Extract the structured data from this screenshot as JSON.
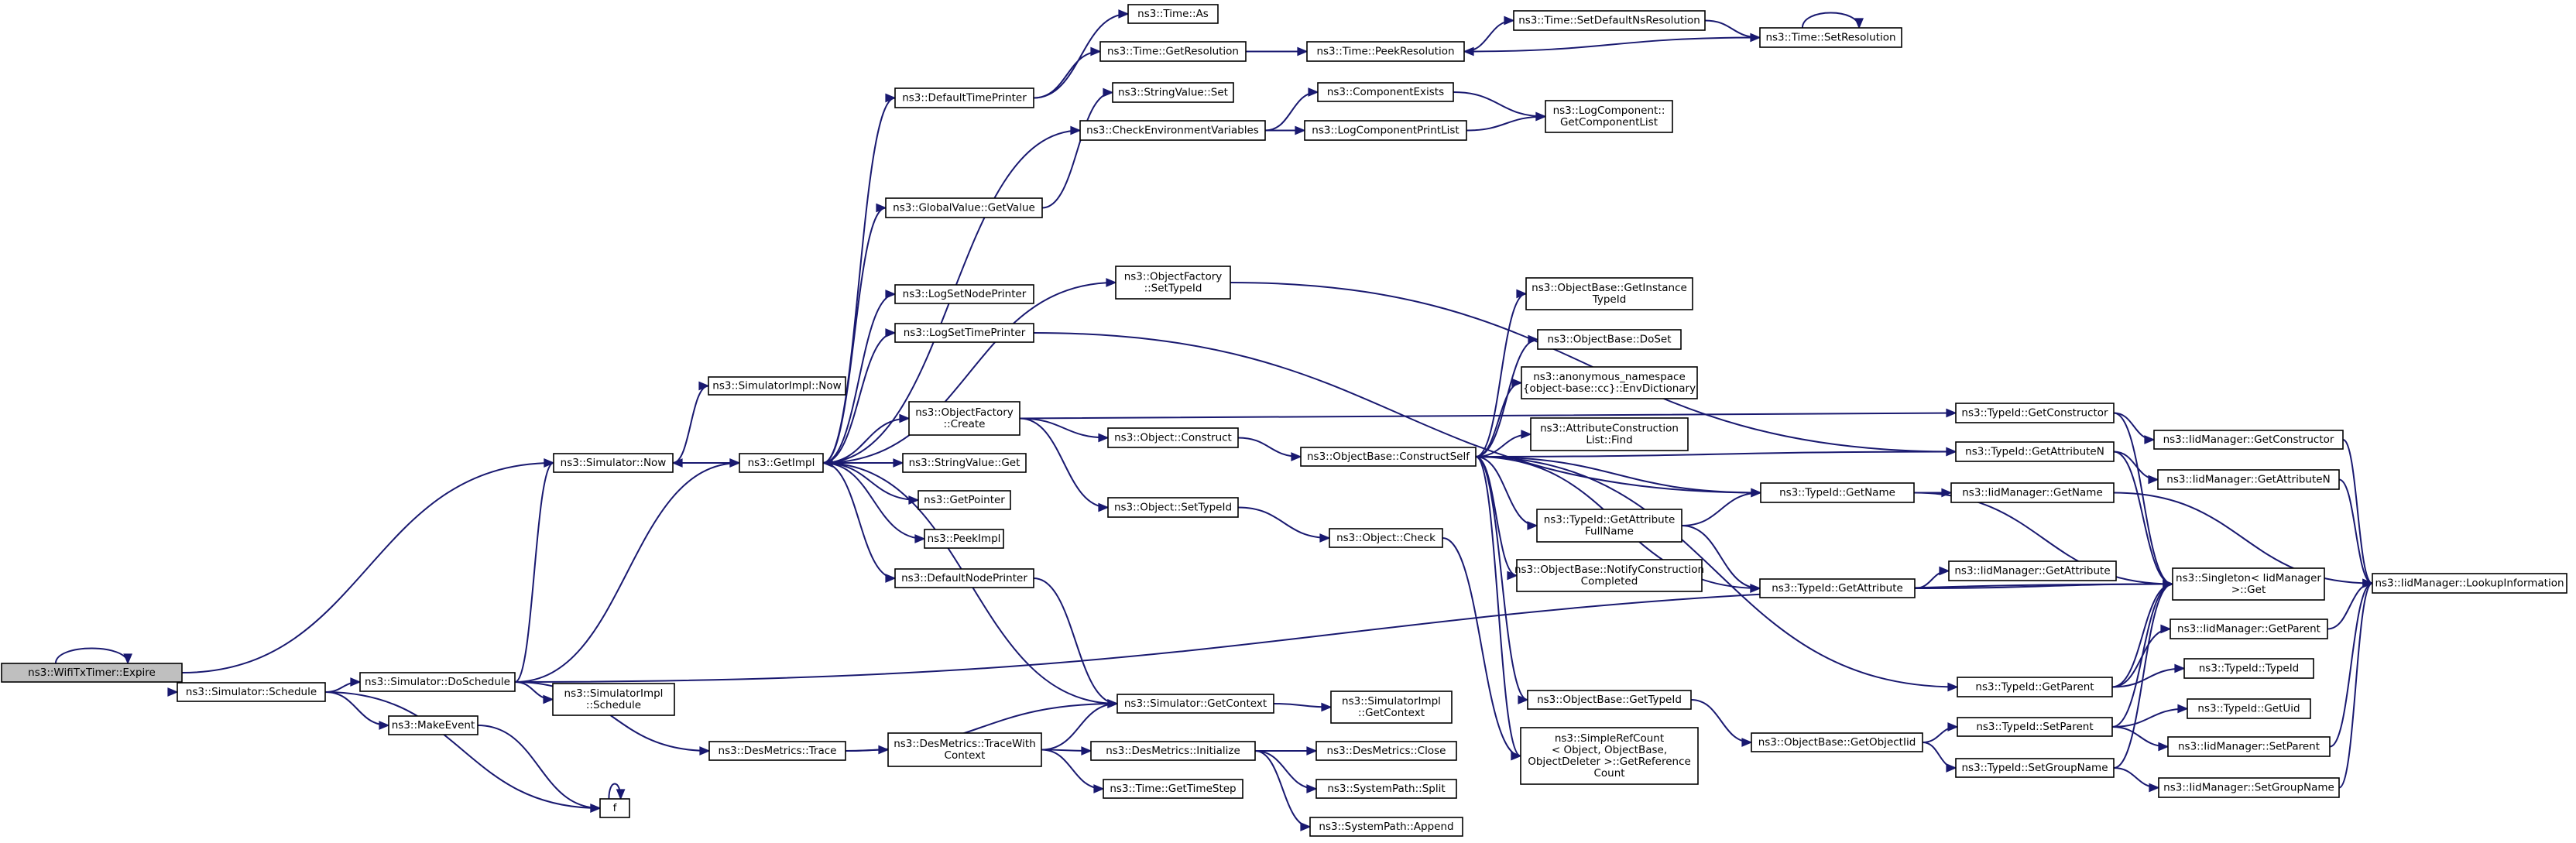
{
  "graph": {
    "title": "",
    "colors": {
      "edge": "#191970",
      "root_fill": "#bfbfbf",
      "node_fill": "#ffffff",
      "node_border": "#000000"
    },
    "nodes": [
      {
        "id": "expire",
        "lines": [
          "ns3::WifiTxTimer::Expire"
        ],
        "root": true
      },
      {
        "id": "sim_now",
        "lines": [
          "ns3::Simulator::Now"
        ]
      },
      {
        "id": "sim_schedule",
        "lines": [
          "ns3::Simulator::Schedule"
        ]
      },
      {
        "id": "simimpl_now",
        "lines": [
          "ns3::SimulatorImpl::Now"
        ]
      },
      {
        "id": "getimpl",
        "lines": [
          "ns3::GetImpl"
        ]
      },
      {
        "id": "doschedule",
        "lines": [
          "ns3::Simulator::DoSchedule"
        ]
      },
      {
        "id": "makeevent",
        "lines": [
          "ns3::MakeEvent"
        ]
      },
      {
        "id": "f",
        "lines": [
          "f"
        ]
      },
      {
        "id": "simimpl_schedule",
        "lines": [
          "ns3::SimulatorImpl",
          "::Schedule"
        ]
      },
      {
        "id": "desmetrics_trace",
        "lines": [
          "ns3::DesMetrics::Trace"
        ]
      },
      {
        "id": "defaulttimeprinter",
        "lines": [
          "ns3::DefaultTimePrinter"
        ]
      },
      {
        "id": "globalvalue_getvalue",
        "lines": [
          "ns3::GlobalValue::GetValue"
        ]
      },
      {
        "id": "logsetnodeprinter",
        "lines": [
          "ns3::LogSetNodePrinter"
        ]
      },
      {
        "id": "logsettimeprinter",
        "lines": [
          "ns3::LogSetTimePrinter"
        ]
      },
      {
        "id": "objectfactory_create",
        "lines": [
          "ns3::ObjectFactory",
          "::Create"
        ]
      },
      {
        "id": "stringvalue_get",
        "lines": [
          "ns3::StringValue::Get"
        ]
      },
      {
        "id": "getpointer",
        "lines": [
          "ns3::GetPointer"
        ]
      },
      {
        "id": "peekimpl",
        "lines": [
          "ns3::PeekImpl"
        ]
      },
      {
        "id": "defaultnodeprinter",
        "lines": [
          "ns3::DefaultNodePrinter"
        ]
      },
      {
        "id": "sim_getcontext",
        "lines": [
          "ns3::Simulator::GetContext"
        ]
      },
      {
        "id": "traceWithContext",
        "lines": [
          "ns3::DesMetrics::TraceWith",
          "Context"
        ]
      },
      {
        "id": "time_as",
        "lines": [
          "ns3::Time::As"
        ]
      },
      {
        "id": "time_getresolution",
        "lines": [
          "ns3::Time::GetResolution"
        ]
      },
      {
        "id": "stringvalue_set",
        "lines": [
          "ns3::StringValue::Set"
        ]
      },
      {
        "id": "checkenv",
        "lines": [
          "ns3::CheckEnvironmentVariables"
        ]
      },
      {
        "id": "objectfactory_settypeid",
        "lines": [
          "ns3::ObjectFactory",
          "::SetTypeId"
        ]
      },
      {
        "id": "object_construct",
        "lines": [
          "ns3::Object::Construct"
        ]
      },
      {
        "id": "object_settypeid",
        "lines": [
          "ns3::Object::SetTypeId"
        ]
      },
      {
        "id": "simimpl_getcontext",
        "lines": [
          "ns3::SimulatorImpl",
          "::GetContext"
        ]
      },
      {
        "id": "desmetrics_initialize",
        "lines": [
          "ns3::DesMetrics::Initialize"
        ]
      },
      {
        "id": "time_gettimestep",
        "lines": [
          "ns3::Time::GetTimeStep"
        ]
      },
      {
        "id": "time_peekresolution",
        "lines": [
          "ns3::Time::PeekResolution"
        ]
      },
      {
        "id": "componentexists",
        "lines": [
          "ns3::ComponentExists"
        ]
      },
      {
        "id": "logcomponentprintlist",
        "lines": [
          "ns3::LogComponentPrintList"
        ]
      },
      {
        "id": "objectbase_constructself",
        "lines": [
          "ns3::ObjectBase::ConstructSelf"
        ]
      },
      {
        "id": "object_check",
        "lines": [
          "ns3::Object::Check"
        ]
      },
      {
        "id": "desmetrics_close",
        "lines": [
          "ns3::DesMetrics::Close"
        ]
      },
      {
        "id": "systempath_split",
        "lines": [
          "ns3::SystemPath::Split"
        ]
      },
      {
        "id": "systempath_append",
        "lines": [
          "ns3::SystemPath::Append"
        ]
      },
      {
        "id": "time_setdefaultnsresolution",
        "lines": [
          "ns3::Time::SetDefaultNsResolution"
        ]
      },
      {
        "id": "time_setresolution",
        "lines": [
          "ns3::Time::SetResolution"
        ]
      },
      {
        "id": "logcomponent_getcomponentlist",
        "lines": [
          "ns3::LogComponent::",
          "GetComponentList"
        ]
      },
      {
        "id": "objectbase_getinstancetypeid",
        "lines": [
          "ns3::ObjectBase::GetInstance",
          "TypeId"
        ]
      },
      {
        "id": "objectbase_doset",
        "lines": [
          "ns3::ObjectBase::DoSet"
        ]
      },
      {
        "id": "envdictionary",
        "lines": [
          "ns3::anonymous_namespace",
          "{object-base::cc}::EnvDictionary"
        ]
      },
      {
        "id": "attrconstructionlist_find",
        "lines": [
          "ns3::AttributeConstruction",
          "List::Find"
        ]
      },
      {
        "id": "typeid_getattributefullname",
        "lines": [
          "ns3::TypeId::GetAttribute",
          "FullName"
        ]
      },
      {
        "id": "objectbase_notifyconstruction",
        "lines": [
          "ns3::ObjectBase::NotifyConstruction",
          "Completed"
        ]
      },
      {
        "id": "objectbase_gettypeid",
        "lines": [
          "ns3::ObjectBase::GetTypeId"
        ]
      },
      {
        "id": "simplerefcount",
        "lines": [
          "ns3::SimpleRefCount",
          "< Object, ObjectBase,",
          "ObjectDeleter >::GetReference",
          "Count"
        ]
      },
      {
        "id": "typeid_getname",
        "lines": [
          "ns3::TypeId::GetName"
        ]
      },
      {
        "id": "typeid_getattribute",
        "lines": [
          "ns3::TypeId::GetAttribute"
        ]
      },
      {
        "id": "objectbase_getobjectiid",
        "lines": [
          "ns3::ObjectBase::GetObjectIid"
        ]
      },
      {
        "id": "typeid_getconstructor",
        "lines": [
          "ns3::TypeId::GetConstructor"
        ]
      },
      {
        "id": "typeid_getattributen",
        "lines": [
          "ns3::TypeId::GetAttributeN"
        ]
      },
      {
        "id": "typeid_getparent",
        "lines": [
          "ns3::TypeId::GetParent"
        ]
      },
      {
        "id": "typeid_setparent",
        "lines": [
          "ns3::TypeId::SetParent"
        ]
      },
      {
        "id": "typeid_setgroupname",
        "lines": [
          "ns3::TypeId::SetGroupName"
        ]
      },
      {
        "id": "iid_getconstructor",
        "lines": [
          "ns3::IidManager::GetConstructor"
        ]
      },
      {
        "id": "iid_getattributen",
        "lines": [
          "ns3::IidManager::GetAttributeN"
        ]
      },
      {
        "id": "iid_getname",
        "lines": [
          "ns3::IidManager::GetName"
        ]
      },
      {
        "id": "iid_getattribute",
        "lines": [
          "ns3::IidManager::GetAttribute"
        ]
      },
      {
        "id": "singleton_get",
        "lines": [
          "ns3::Singleton< IidManager",
          " >::Get"
        ]
      },
      {
        "id": "iid_getparent",
        "lines": [
          "ns3::IidManager::GetParent"
        ]
      },
      {
        "id": "typeid_typeid",
        "lines": [
          "ns3::TypeId::TypeId"
        ]
      },
      {
        "id": "typeid_getuid",
        "lines": [
          "ns3::TypeId::GetUid"
        ]
      },
      {
        "id": "iid_setparent",
        "lines": [
          "ns3::IidManager::SetParent"
        ]
      },
      {
        "id": "iid_setgroupname",
        "lines": [
          "ns3::IidManager::SetGroupName"
        ]
      },
      {
        "id": "iid_lookupinformation",
        "lines": [
          "ns3::IidManager::LookupInformation"
        ]
      }
    ],
    "edges": [
      [
        "expire",
        "expire"
      ],
      [
        "expire",
        "sim_now"
      ],
      [
        "expire",
        "sim_schedule"
      ],
      [
        "sim_now",
        "simimpl_now"
      ],
      [
        "sim_now",
        "getimpl"
      ],
      [
        "sim_schedule",
        "doschedule"
      ],
      [
        "sim_schedule",
        "makeevent"
      ],
      [
        "sim_schedule",
        "f"
      ],
      [
        "doschedule",
        "sim_now"
      ],
      [
        "doschedule",
        "getimpl"
      ],
      [
        "doschedule",
        "simimpl_schedule"
      ],
      [
        "doschedule",
        "desmetrics_trace"
      ],
      [
        "doschedule",
        "singleton_get"
      ],
      [
        "makeevent",
        "f"
      ],
      [
        "f",
        "f"
      ],
      [
        "getimpl",
        "defaulttimeprinter"
      ],
      [
        "getimpl",
        "globalvalue_getvalue"
      ],
      [
        "getimpl",
        "logsetnodeprinter"
      ],
      [
        "getimpl",
        "logsettimeprinter"
      ],
      [
        "getimpl",
        "objectfactory_create"
      ],
      [
        "getimpl",
        "stringvalue_get"
      ],
      [
        "getimpl",
        "getpointer"
      ],
      [
        "getimpl",
        "peekimpl"
      ],
      [
        "getimpl",
        "defaultnodeprinter"
      ],
      [
        "getimpl",
        "checkenv"
      ],
      [
        "getimpl",
        "objectfactory_settypeid"
      ],
      [
        "getimpl",
        "sim_now"
      ],
      [
        "defaulttimeprinter",
        "time_as"
      ],
      [
        "defaulttimeprinter",
        "time_getresolution"
      ],
      [
        "time_getresolution",
        "time_peekresolution"
      ],
      [
        "time_peekresolution",
        "time_setdefaultnsresolution"
      ],
      [
        "time_setdefaultnsresolution",
        "time_setresolution"
      ],
      [
        "time_setresolution",
        "time_setresolution"
      ],
      [
        "time_setresolution",
        "time_peekresolution"
      ],
      [
        "globalvalue_getvalue",
        "stringvalue_set"
      ],
      [
        "logsettimeprinter",
        "typeid_getname"
      ],
      [
        "checkenv",
        "componentexists"
      ],
      [
        "checkenv",
        "logcomponentprintlist"
      ],
      [
        "componentexists",
        "logcomponent_getcomponentlist"
      ],
      [
        "logcomponentprintlist",
        "logcomponent_getcomponentlist"
      ],
      [
        "objectfactory_create",
        "object_construct"
      ],
      [
        "objectfactory_create",
        "object_settypeid"
      ],
      [
        "objectfactory_create",
        "typeid_getconstructor"
      ],
      [
        "objectfactory_settypeid",
        "typeid_getattributen"
      ],
      [
        "object_construct",
        "objectbase_constructself"
      ],
      [
        "object_settypeid",
        "object_check"
      ],
      [
        "object_check",
        "simplerefcount"
      ],
      [
        "defaultnodeprinter",
        "sim_getcontext"
      ],
      [
        "desmetrics_trace",
        "sim_getcontext"
      ],
      [
        "desmetrics_trace",
        "traceWithContext"
      ],
      [
        "traceWithContext",
        "sim_getcontext"
      ],
      [
        "traceWithContext",
        "desmetrics_initialize"
      ],
      [
        "traceWithContext",
        "time_gettimestep"
      ],
      [
        "sim_getcontext",
        "getimpl"
      ],
      [
        "sim_getcontext",
        "simimpl_getcontext"
      ],
      [
        "desmetrics_initialize",
        "desmetrics_close"
      ],
      [
        "desmetrics_initialize",
        "systempath_split"
      ],
      [
        "desmetrics_initialize",
        "systempath_append"
      ],
      [
        "objectbase_constructself",
        "objectbase_getinstancetypeid"
      ],
      [
        "objectbase_constructself",
        "objectbase_doset"
      ],
      [
        "objectbase_constructself",
        "envdictionary"
      ],
      [
        "objectbase_constructself",
        "attrconstructionlist_find"
      ],
      [
        "objectbase_constructself",
        "typeid_getattributefullname"
      ],
      [
        "objectbase_constructself",
        "objectbase_notifyconstruction"
      ],
      [
        "objectbase_constructself",
        "objectbase_gettypeid"
      ],
      [
        "objectbase_constructself",
        "typeid_getname"
      ],
      [
        "objectbase_constructself",
        "typeid_getattribute"
      ],
      [
        "objectbase_constructself",
        "typeid_getparent"
      ],
      [
        "objectbase_constructself",
        "simplerefcount"
      ],
      [
        "objectbase_constructself",
        "typeid_getattributen"
      ],
      [
        "typeid_getattributefullname",
        "typeid_getname"
      ],
      [
        "typeid_getattributefullname",
        "typeid_getattribute"
      ],
      [
        "objectbase_gettypeid",
        "objectbase_getobjectiid"
      ],
      [
        "objectbase_getobjectiid",
        "typeid_setparent"
      ],
      [
        "objectbase_getobjectiid",
        "typeid_setgroupname"
      ],
      [
        "typeid_getname",
        "iid_getname"
      ],
      [
        "typeid_getname",
        "singleton_get"
      ],
      [
        "typeid_getattribute",
        "iid_getattribute"
      ],
      [
        "typeid_getattribute",
        "singleton_get"
      ],
      [
        "typeid_getconstructor",
        "iid_getconstructor"
      ],
      [
        "typeid_getconstructor",
        "singleton_get"
      ],
      [
        "typeid_getattributen",
        "iid_getattributen"
      ],
      [
        "typeid_getattributen",
        "singleton_get"
      ],
      [
        "typeid_getparent",
        "iid_getparent"
      ],
      [
        "typeid_getparent",
        "typeid_typeid"
      ],
      [
        "typeid_getparent",
        "singleton_get"
      ],
      [
        "typeid_setparent",
        "typeid_getuid"
      ],
      [
        "typeid_setparent",
        "iid_setparent"
      ],
      [
        "typeid_setparent",
        "singleton_get"
      ],
      [
        "typeid_setgroupname",
        "iid_setgroupname"
      ],
      [
        "typeid_setgroupname",
        "singleton_get"
      ],
      [
        "iid_getconstructor",
        "iid_lookupinformation"
      ],
      [
        "iid_getattributen",
        "iid_lookupinformation"
      ],
      [
        "iid_getname",
        "iid_lookupinformation"
      ],
      [
        "iid_getparent",
        "iid_lookupinformation"
      ],
      [
        "iid_setparent",
        "iid_lookupinformation"
      ],
      [
        "iid_setgroupname",
        "iid_lookupinformation"
      ]
    ]
  }
}
